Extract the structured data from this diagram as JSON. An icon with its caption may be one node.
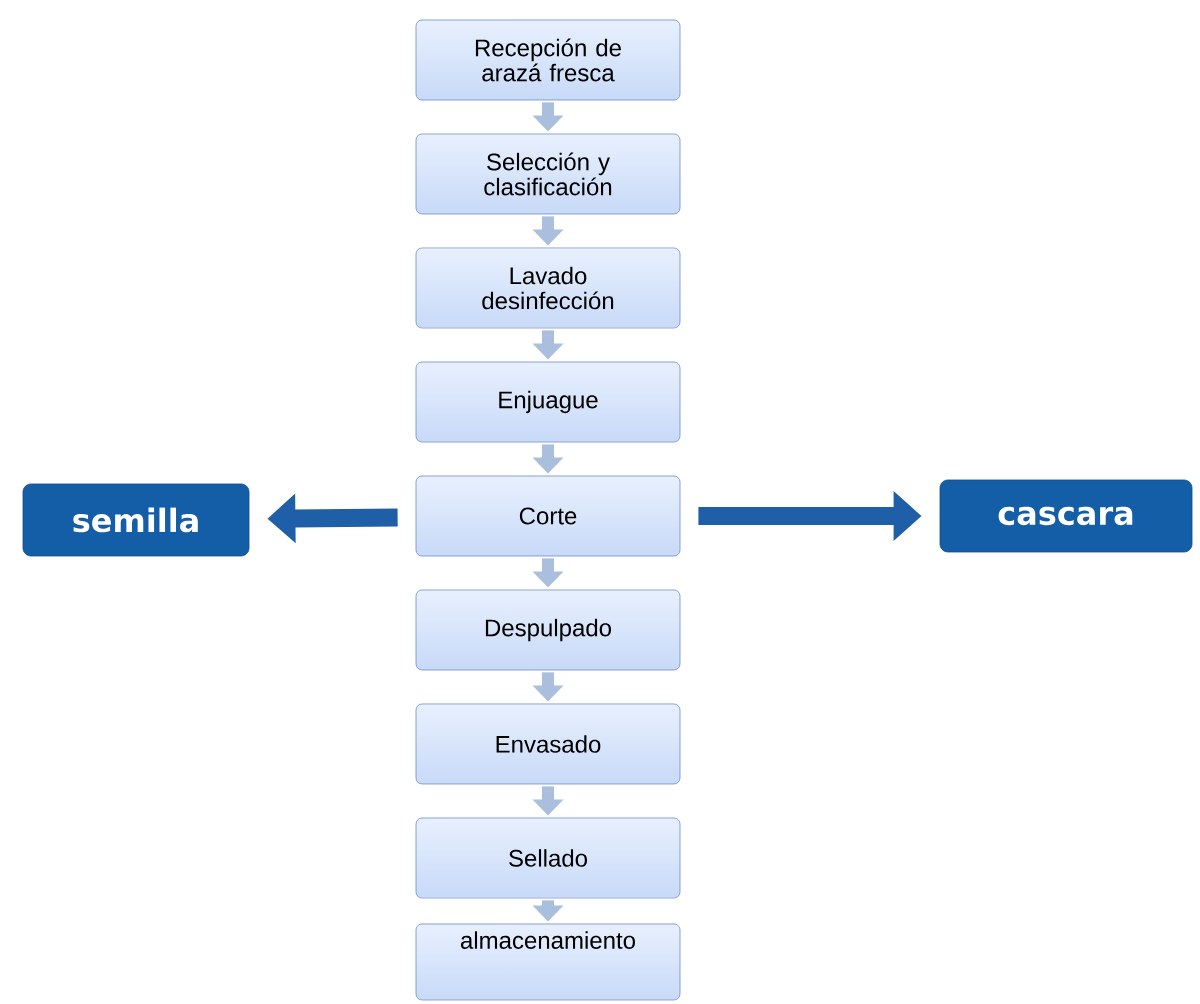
{
  "diagram": {
    "nodes": [
      {
        "text": [
          "Recepción de arazá fresca"
        ]
      },
      {
        "text": [
          "Selección y clasificación"
        ]
      },
      {
        "text": [
          "Lavado desinfección"
        ]
      },
      {
        "text": [
          "Enjuague"
        ]
      },
      {
        "text": [
          "Corte"
        ]
      },
      {
        "text": [
          "Despulpado"
        ]
      },
      {
        "text": [
          "Envasado"
        ]
      },
      {
        "text": [
          "Sellado"
        ]
      },
      {
        "text": [
          "almacenamiento"
        ]
      },
      {
        "text": [
          "semilla"
        ]
      },
      {
        "text": [
          "cascara"
        ]
      }
    ],
    "edges": [
      {
        "from": 0,
        "to": 1,
        "arrow": "to"
      },
      {
        "from": 1,
        "to": 2,
        "arrow": "to"
      },
      {
        "from": 2,
        "to": 3,
        "arrow": "to"
      },
      {
        "from": 3,
        "to": 4,
        "arrow": "to"
      },
      {
        "from": 4,
        "to": 5,
        "arrow": "to"
      },
      {
        "from": 5,
        "to": 6,
        "arrow": "to"
      },
      {
        "from": 6,
        "to": 7,
        "arrow": "to"
      },
      {
        "from": 7,
        "to": 8,
        "arrow": "to"
      },
      {
        "from": 4,
        "to": 9,
        "arrow": "to",
        "color": "#1f5fa8"
      },
      {
        "from": 4,
        "to": 10,
        "arrow": "to",
        "color": "#1f5fa8"
      }
    ]
  }
}
